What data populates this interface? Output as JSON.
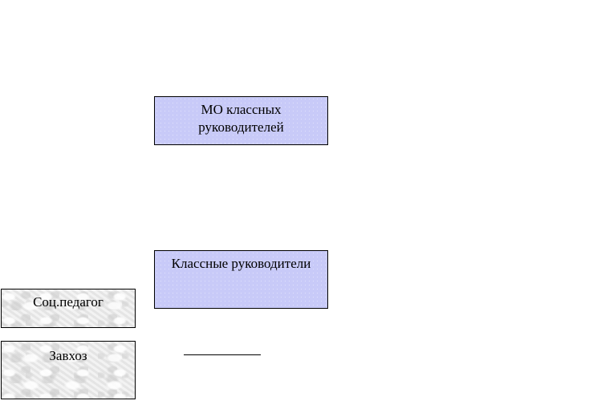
{
  "nodes": {
    "mo": {
      "line1": "МО классных",
      "line2": "руководителей"
    },
    "class_teachers": {
      "label": "Классные руководители"
    },
    "soc_pedagog": {
      "label": "Соц.педагог"
    },
    "zavkhoz": {
      "label": "Завхоз"
    }
  },
  "colors": {
    "lavender_fill": "#c8caf8",
    "marble_fill": "#ececec",
    "border": "#000000"
  }
}
